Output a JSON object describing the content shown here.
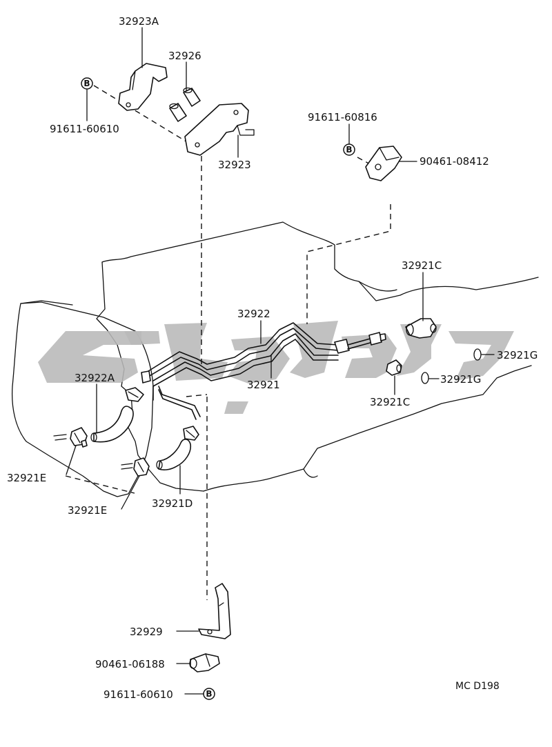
{
  "diagram": {
    "part_labels": {
      "p32923A": "32923A",
      "p32926": "32926",
      "p91611_60610_top": "91611-60610",
      "p32923": "32923",
      "p91611_60816": "91611-60816",
      "p90461_08412": "90461-08412",
      "p32921C_upper": "32921C",
      "p32922": "32922",
      "p32922A": "32922A",
      "p32921": "32921",
      "p32921G_right": "32921G",
      "p32921G_left": "32921G",
      "p32921C_lower": "32921C",
      "p32921E_left": "32921E",
      "p32921E_mid": "32921E",
      "p32921D": "32921D",
      "p32929": "32929",
      "p90461_06188": "90461-06188",
      "p91611_60610_bottom": "91611-60610"
    },
    "bolt_marker": "B",
    "figure_code": "MC D198"
  }
}
